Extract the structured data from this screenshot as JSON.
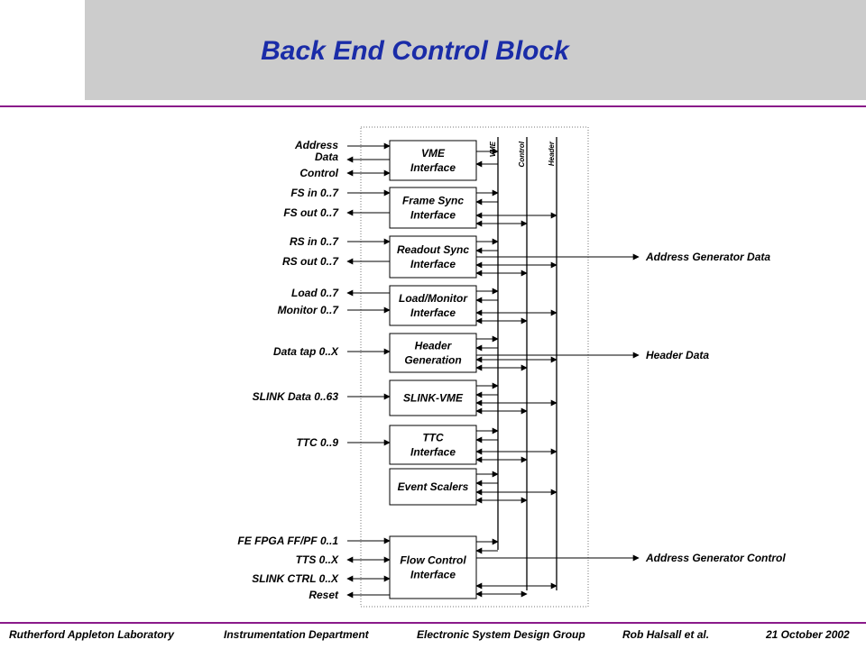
{
  "title": "Back End Control Block",
  "footer": {
    "lab": "Rutherford Appleton Laboratory",
    "dept": "Instrumentation Department",
    "group": "Electronic System Design Group",
    "author": "Rob Halsall et al.",
    "date": "21 October 2002"
  },
  "bus_labels": [
    "VME",
    "Control",
    "Header"
  ],
  "blocks": [
    [
      "VME",
      "Interface"
    ],
    [
      "Frame Sync",
      "Interface"
    ],
    [
      "Readout Sync",
      "Interface"
    ],
    [
      "Load/Monitor",
      "Interface"
    ],
    [
      "Header",
      "Generation"
    ],
    [
      "SLINK-VME"
    ],
    [
      "TTC",
      "Interface"
    ],
    [
      "Event Scalers"
    ],
    [
      "Flow Control",
      "Interface"
    ]
  ],
  "left_signals": [
    "Address",
    "Data",
    "Control",
    "FS in 0..7",
    "FS out 0..7",
    "RS in 0..7",
    "RS out 0..7",
    "Load 0..7",
    "Monitor 0..7",
    "Data tap 0..X",
    "SLINK Data 0..63",
    "TTC 0..9",
    "FE FPGA FF/PF 0..1",
    "TTS 0..X",
    "SLINK CTRL 0..X",
    "Reset"
  ],
  "right_outputs": [
    "Address Generator Data",
    "Header Data",
    "Address Generator Control"
  ]
}
